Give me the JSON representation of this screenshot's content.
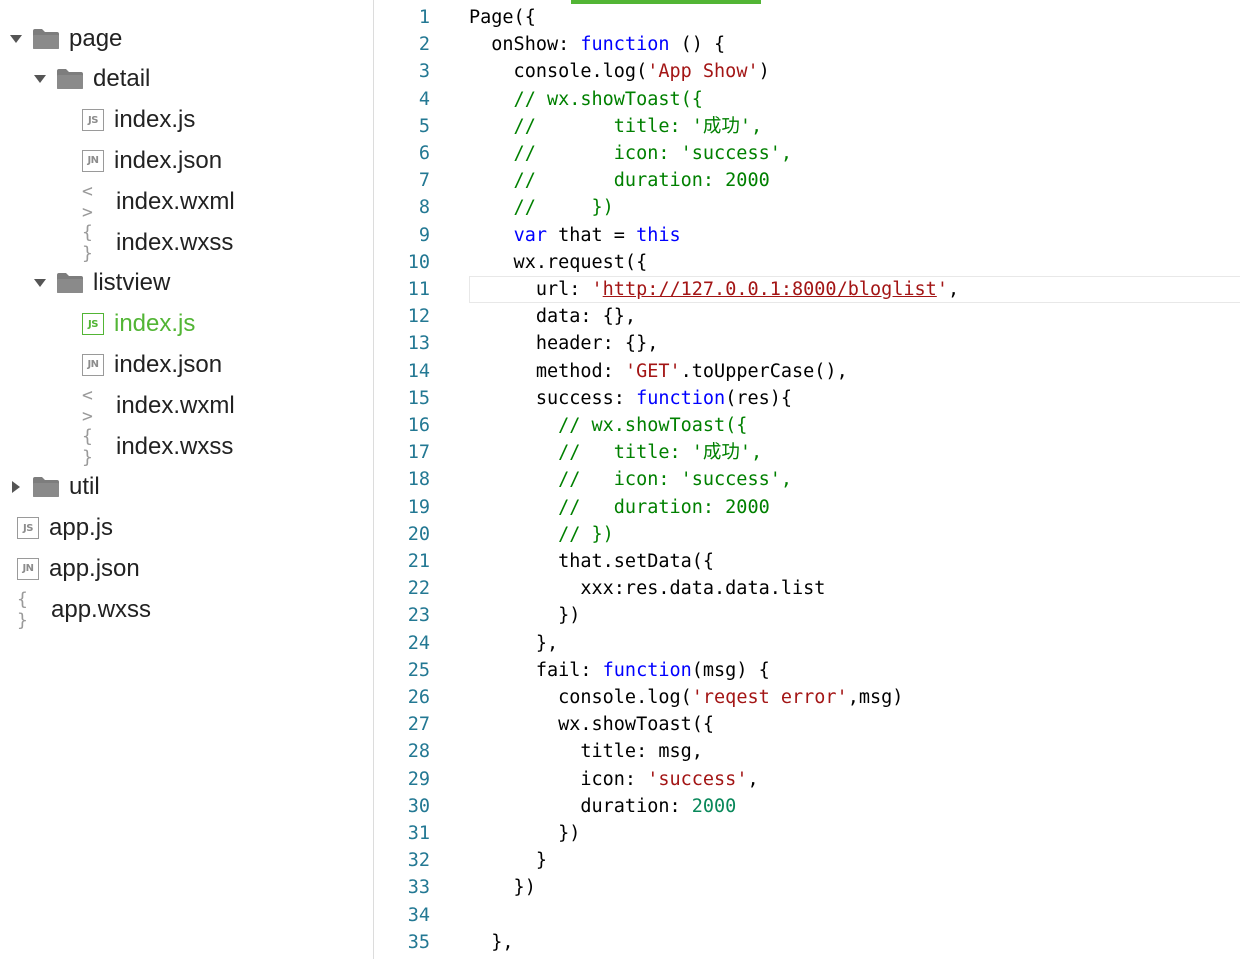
{
  "colors": {
    "accent": "#52b535",
    "keyword": "#0000ff",
    "string": "#a31515",
    "comment": "#008000",
    "number": "#09885a",
    "line_number": "#237893"
  },
  "sidebar": {
    "items": [
      {
        "label": "page",
        "type": "folder",
        "expanded": true,
        "depth": 0,
        "icon": "folder-icon"
      },
      {
        "label": "detail",
        "type": "folder",
        "expanded": true,
        "depth": 1,
        "icon": "folder-icon"
      },
      {
        "label": "index.js",
        "type": "file",
        "depth": 2,
        "icon": "js-file-icon",
        "badge": "JS"
      },
      {
        "label": "index.json",
        "type": "file",
        "depth": 2,
        "icon": "json-file-icon",
        "badge": "JN"
      },
      {
        "label": "index.wxml",
        "type": "file",
        "depth": 2,
        "icon": "wxml-file-icon",
        "badge": "< >"
      },
      {
        "label": "index.wxss",
        "type": "file",
        "depth": 2,
        "icon": "wxss-file-icon",
        "badge": "{ }"
      },
      {
        "label": "listview",
        "type": "folder",
        "expanded": true,
        "depth": 1,
        "icon": "folder-icon"
      },
      {
        "label": "index.js",
        "type": "file",
        "depth": 2,
        "icon": "js-file-icon",
        "badge": "JS",
        "active": true
      },
      {
        "label": "index.json",
        "type": "file",
        "depth": 2,
        "icon": "json-file-icon",
        "badge": "JN"
      },
      {
        "label": "index.wxml",
        "type": "file",
        "depth": 2,
        "icon": "wxml-file-icon",
        "badge": "< >"
      },
      {
        "label": "index.wxss",
        "type": "file",
        "depth": 2,
        "icon": "wxss-file-icon",
        "badge": "{ }"
      },
      {
        "label": "util",
        "type": "folder",
        "expanded": false,
        "depth": 0,
        "icon": "folder-icon"
      },
      {
        "label": "app.js",
        "type": "file",
        "depth": 0,
        "icon": "js-file-icon",
        "badge": "JS"
      },
      {
        "label": "app.json",
        "type": "file",
        "depth": 0,
        "icon": "json-file-icon",
        "badge": "JN"
      },
      {
        "label": "app.wxss",
        "type": "file",
        "depth": 0,
        "icon": "wxss-file-icon",
        "badge": "{ }"
      }
    ]
  },
  "editor": {
    "current_line": 11,
    "lines": [
      {
        "n": "1",
        "tokens": [
          [
            "",
            "Page({"
          ]
        ]
      },
      {
        "n": "2",
        "tokens": [
          [
            "",
            "  onShow: "
          ],
          [
            "kw",
            "function"
          ],
          [
            "",
            " () {"
          ]
        ]
      },
      {
        "n": "3",
        "tokens": [
          [
            "",
            "    console.log("
          ],
          [
            "str",
            "'App Show'"
          ],
          [
            "",
            ")"
          ]
        ]
      },
      {
        "n": "4",
        "tokens": [
          [
            "com",
            "    // wx.showToast({"
          ]
        ]
      },
      {
        "n": "5",
        "tokens": [
          [
            "com",
            "    //       title: '成功',"
          ]
        ]
      },
      {
        "n": "6",
        "tokens": [
          [
            "com",
            "    //       icon: 'success',"
          ]
        ]
      },
      {
        "n": "7",
        "tokens": [
          [
            "com",
            "    //       duration: 2000"
          ]
        ]
      },
      {
        "n": "8",
        "tokens": [
          [
            "com",
            "    //     })"
          ]
        ]
      },
      {
        "n": "9",
        "tokens": [
          [
            "",
            "    "
          ],
          [
            "kw",
            "var"
          ],
          [
            "",
            " that = "
          ],
          [
            "kw",
            "this"
          ]
        ]
      },
      {
        "n": "10",
        "tokens": [
          [
            "",
            "    wx.request({"
          ]
        ]
      },
      {
        "n": "11",
        "tokens": [
          [
            "",
            "      url: "
          ],
          [
            "str",
            "'"
          ],
          [
            "url",
            "http://127.0.0.1:8000/bloglist"
          ],
          [
            "str",
            "'"
          ],
          [
            "",
            ","
          ]
        ]
      },
      {
        "n": "12",
        "tokens": [
          [
            "",
            "      data: {},"
          ]
        ]
      },
      {
        "n": "13",
        "tokens": [
          [
            "",
            "      header: {},"
          ]
        ]
      },
      {
        "n": "14",
        "tokens": [
          [
            "",
            "      method: "
          ],
          [
            "str",
            "'GET'"
          ],
          [
            "",
            ".toUpperCase(),"
          ]
        ]
      },
      {
        "n": "15",
        "tokens": [
          [
            "",
            "      success: "
          ],
          [
            "kw",
            "function"
          ],
          [
            "",
            "(res){"
          ]
        ]
      },
      {
        "n": "16",
        "tokens": [
          [
            "com",
            "        // wx.showToast({"
          ]
        ]
      },
      {
        "n": "17",
        "tokens": [
          [
            "com",
            "        //   title: '成功',"
          ]
        ]
      },
      {
        "n": "18",
        "tokens": [
          [
            "com",
            "        //   icon: 'success',"
          ]
        ]
      },
      {
        "n": "19",
        "tokens": [
          [
            "com",
            "        //   duration: 2000"
          ]
        ]
      },
      {
        "n": "20",
        "tokens": [
          [
            "com",
            "        // })"
          ]
        ]
      },
      {
        "n": "21",
        "tokens": [
          [
            "",
            "        that.setData({"
          ]
        ]
      },
      {
        "n": "22",
        "tokens": [
          [
            "",
            "          xxx:res.data.data.list"
          ]
        ]
      },
      {
        "n": "23",
        "tokens": [
          [
            "",
            "        })"
          ]
        ]
      },
      {
        "n": "24",
        "tokens": [
          [
            "",
            "      },"
          ]
        ]
      },
      {
        "n": "25",
        "tokens": [
          [
            "",
            "      fail: "
          ],
          [
            "kw",
            "function"
          ],
          [
            "",
            "(msg) {"
          ]
        ]
      },
      {
        "n": "26",
        "tokens": [
          [
            "",
            "        console.log("
          ],
          [
            "str",
            "'reqest error'"
          ],
          [
            "",
            ",msg)"
          ]
        ]
      },
      {
        "n": "27",
        "tokens": [
          [
            "",
            "        wx.showToast({"
          ]
        ]
      },
      {
        "n": "28",
        "tokens": [
          [
            "",
            "          title: msg,"
          ]
        ]
      },
      {
        "n": "29",
        "tokens": [
          [
            "",
            "          icon: "
          ],
          [
            "str",
            "'success'"
          ],
          [
            "",
            ","
          ]
        ]
      },
      {
        "n": "30",
        "tokens": [
          [
            "",
            "          duration: "
          ],
          [
            "num",
            "2000"
          ]
        ]
      },
      {
        "n": "31",
        "tokens": [
          [
            "",
            "        })"
          ]
        ]
      },
      {
        "n": "32",
        "tokens": [
          [
            "",
            "      }"
          ]
        ]
      },
      {
        "n": "33",
        "tokens": [
          [
            "",
            "    })"
          ]
        ]
      },
      {
        "n": "34",
        "tokens": [
          [
            "",
            ""
          ]
        ]
      },
      {
        "n": "35",
        "tokens": [
          [
            "",
            "  },"
          ]
        ]
      }
    ]
  }
}
